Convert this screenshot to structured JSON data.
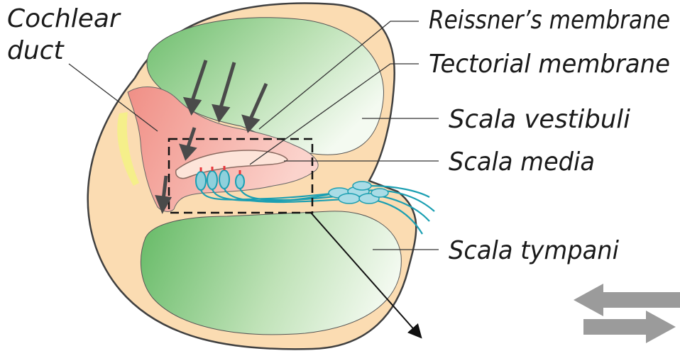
{
  "labels": {
    "cochlear_duct_line1": "Cochlear",
    "cochlear_duct_line2": "duct",
    "reissners_membrane": "Reissner’s membrane",
    "tectorial_membrane": "Tectorial membrane",
    "scala_vestibuli": "Scala vestibuli",
    "scala_media": "Scala media",
    "scala_tympani": "Scala tympani"
  },
  "colors": {
    "bone": "#fbdcb2",
    "bone_outline": "#404040",
    "scala_green": "#8fcf8f",
    "scala_green_light": "#f2f9ef",
    "duct_pink": "#f19a90",
    "duct_pink_light": "#fcd6d0",
    "hair_cells": "#1b9fb2",
    "stereocilia": "#e8363b",
    "pressure_arrows": "#4a4a4a",
    "gray_arrows": "#9b9b9b",
    "yellow_strip": "#f5ef8a"
  }
}
